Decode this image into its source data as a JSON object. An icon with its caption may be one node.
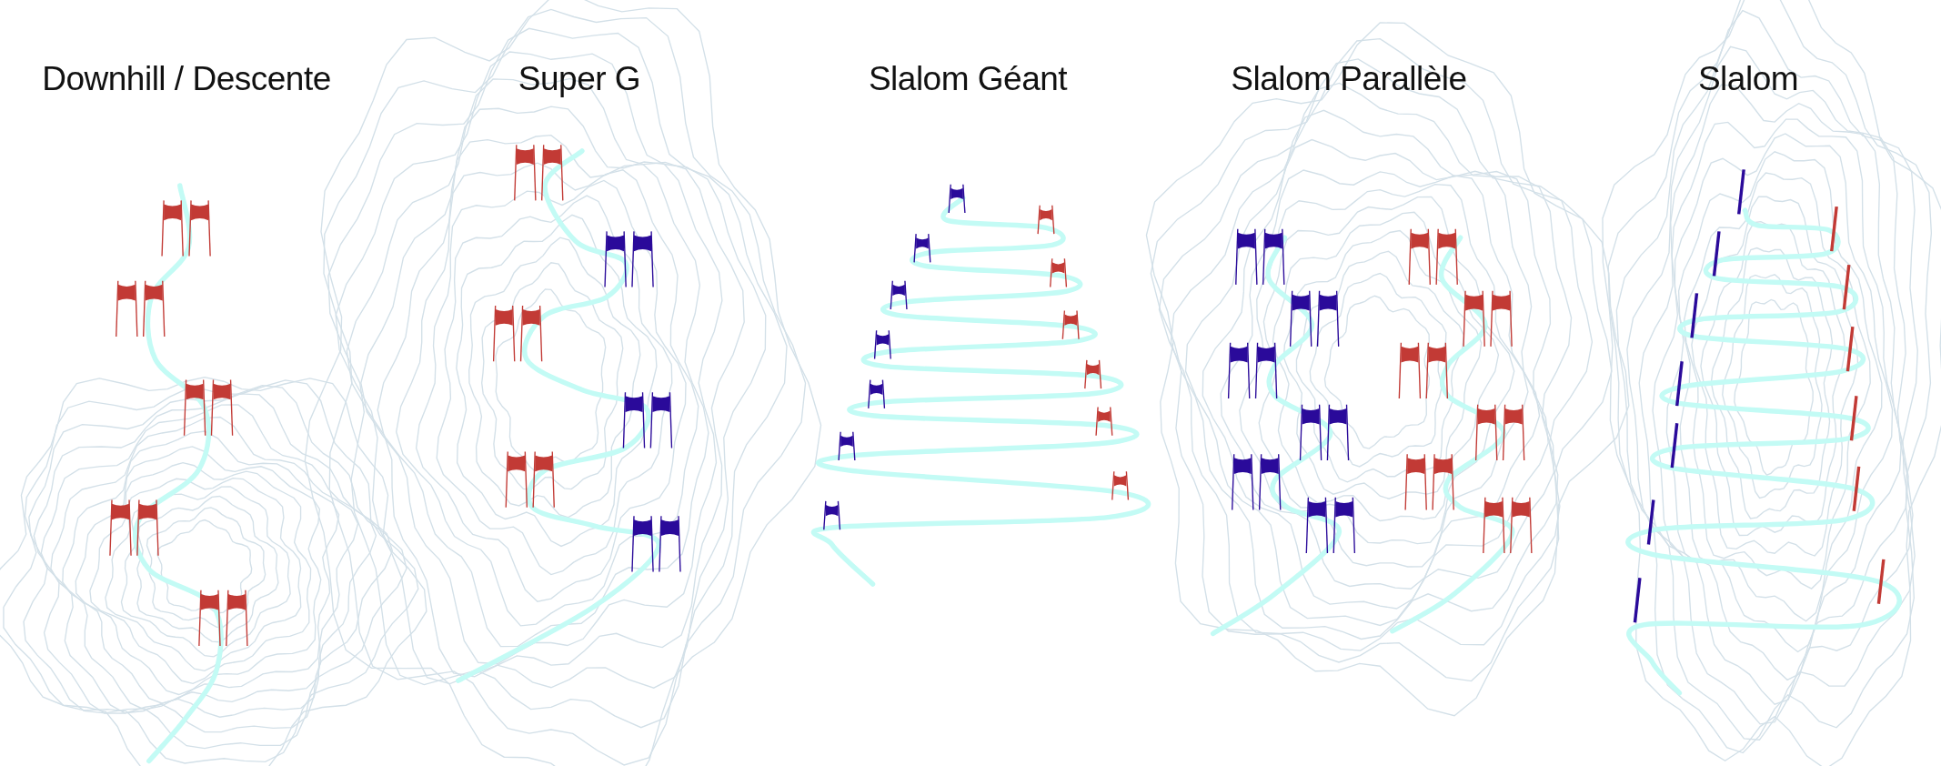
{
  "diagram": {
    "labels": [
      "Downhill / Descente",
      "Super G",
      "Slalom Géant",
      "Slalom Parallèle",
      "Slalom"
    ]
  }
}
